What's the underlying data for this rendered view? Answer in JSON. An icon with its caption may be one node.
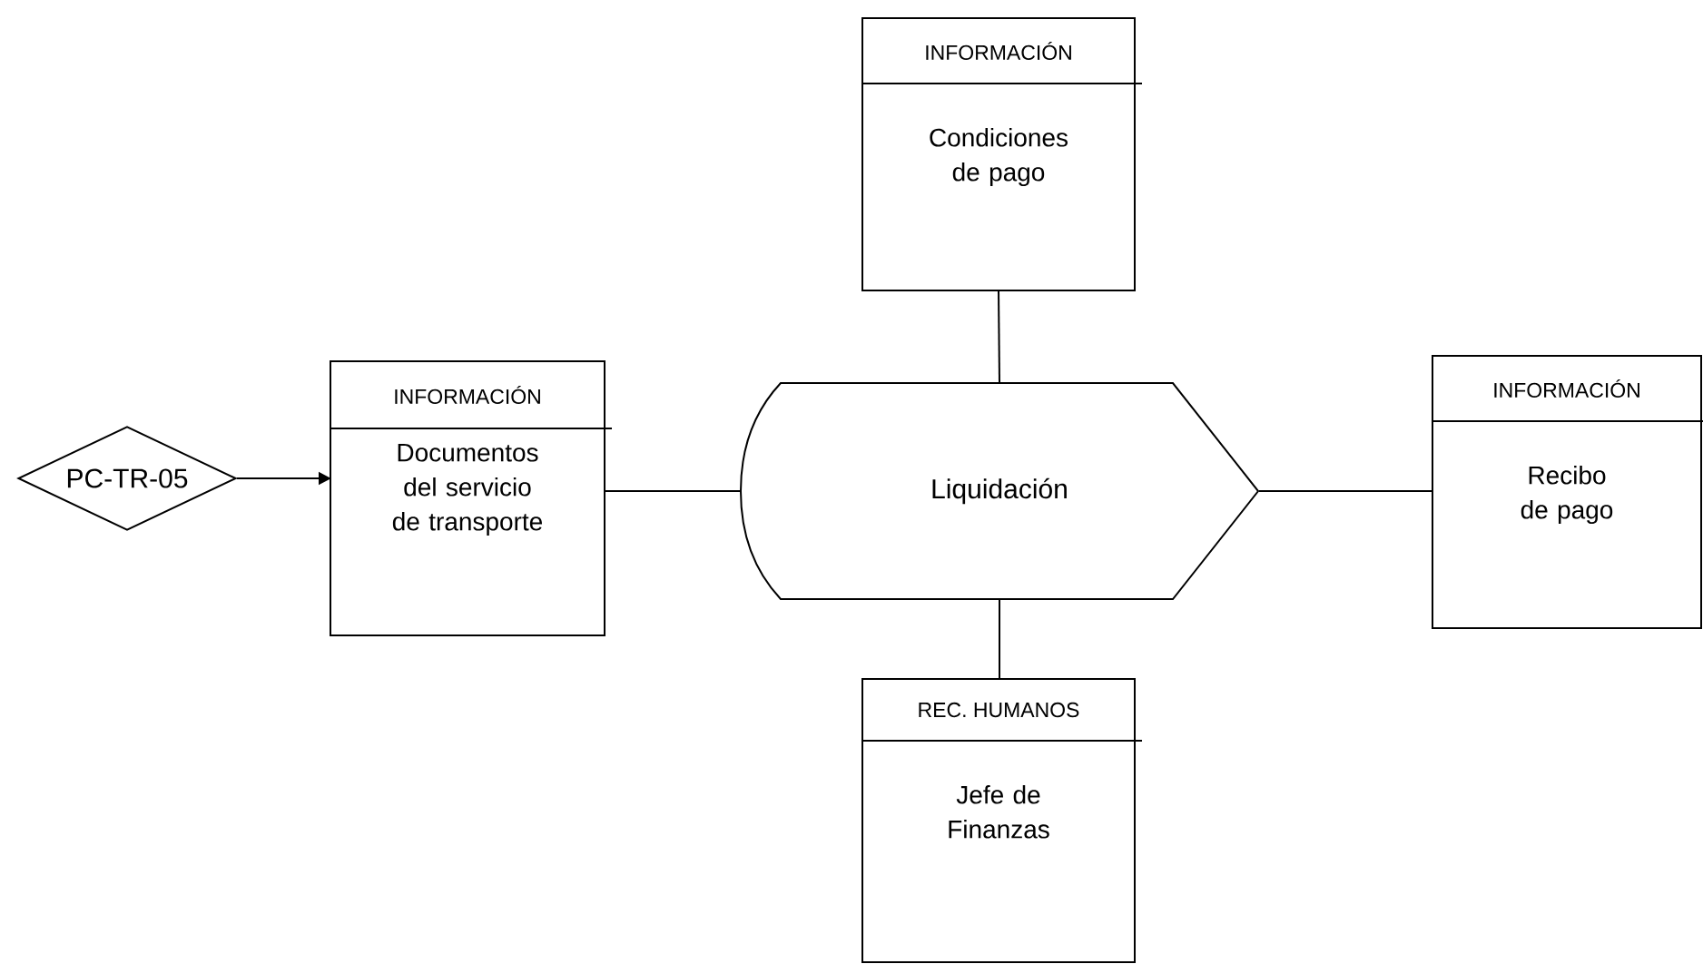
{
  "diagram": {
    "nodes": [
      {
        "text": [
          "INFORMACIÓN",
          "Condiciones de pago"
        ]
      },
      {
        "text": [
          "PC-TR-05"
        ]
      },
      {
        "text": [
          "INFORMACIÓN",
          "Documentos del servicio de transporte"
        ]
      },
      {
        "text": [
          "Liquidación"
        ]
      },
      {
        "text": [
          "INFORMACIÓN",
          "Recibo de pago"
        ]
      },
      {
        "text": [
          "REC. HUMANOS",
          "Jefe de Finanzas"
        ]
      }
    ],
    "edges": [
      {
        "from": 1,
        "to": 2,
        "arrow": "to"
      },
      {
        "from": 2,
        "to": 3,
        "arrow": "none"
      },
      {
        "from": 0,
        "to": 3,
        "arrow": "none"
      },
      {
        "from": 3,
        "to": 4,
        "arrow": "none"
      },
      {
        "from": 3,
        "to": 5,
        "arrow": "none"
      }
    ]
  }
}
